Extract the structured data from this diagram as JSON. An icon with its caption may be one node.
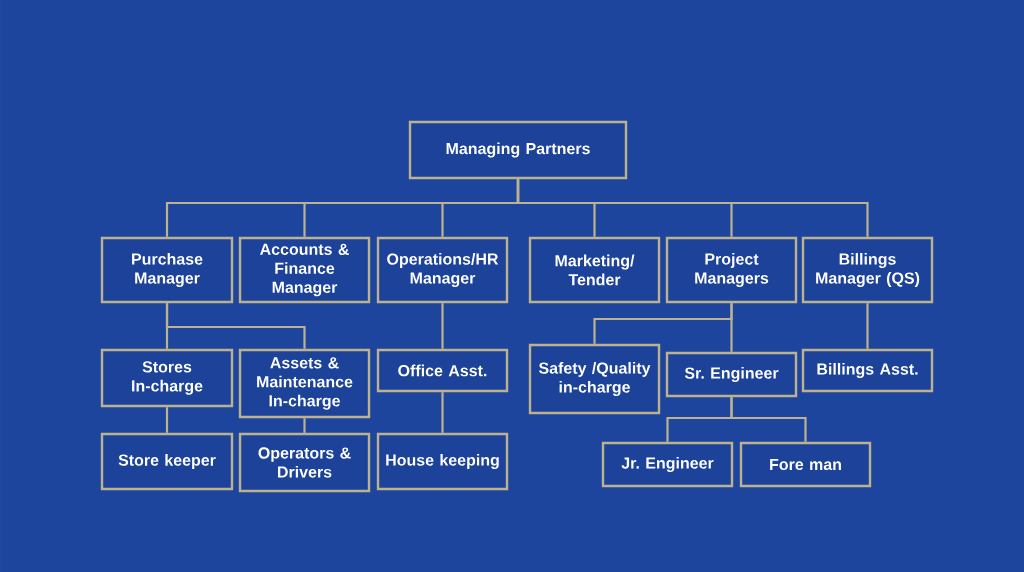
{
  "diagram": {
    "nodes": [
      {
        "text": [
          "Managing Partners"
        ]
      },
      {
        "text": [
          "Purchase Manager"
        ]
      },
      {
        "text": [
          "Accounts & Finance Manager"
        ]
      },
      {
        "text": [
          "Operations/HR Manager"
        ]
      },
      {
        "text": [
          "Marketing/ Tender"
        ]
      },
      {
        "text": [
          "Project Managers"
        ]
      },
      {
        "text": [
          "Billings Manager (QS)"
        ]
      },
      {
        "text": [
          "Stores In-charge"
        ]
      },
      {
        "text": [
          "Assets & Maintenance In-charge"
        ]
      },
      {
        "text": [
          "Office Asst."
        ]
      },
      {
        "text": [
          "Safety /Quality in-charge"
        ]
      },
      {
        "text": [
          "Sr. Engineer"
        ]
      },
      {
        "text": [
          "Billings Asst."
        ]
      },
      {
        "text": [
          "Store keeper"
        ]
      },
      {
        "text": [
          "Operators & Drivers"
        ]
      },
      {
        "text": [
          "House keeping"
        ]
      },
      {
        "text": [
          "Jr. Engineer"
        ]
      },
      {
        "text": [
          "Fore man"
        ]
      }
    ],
    "edges": [
      {
        "from": 0,
        "to": 1,
        "arrow": "none"
      },
      {
        "from": 0,
        "to": 2,
        "arrow": "none"
      },
      {
        "from": 0,
        "to": 3,
        "arrow": "none"
      },
      {
        "from": 0,
        "to": 4,
        "arrow": "none"
      },
      {
        "from": 0,
        "to": 5,
        "arrow": "none"
      },
      {
        "from": 0,
        "to": 6,
        "arrow": "none"
      },
      {
        "from": 1,
        "to": 7,
        "arrow": "none"
      },
      {
        "from": 1,
        "to": 8,
        "arrow": "none"
      },
      {
        "from": 3,
        "to": 9,
        "arrow": "none"
      },
      {
        "from": 5,
        "to": 10,
        "arrow": "none"
      },
      {
        "from": 5,
        "to": 11,
        "arrow": "none"
      },
      {
        "from": 6,
        "to": 12,
        "arrow": "none"
      },
      {
        "from": 7,
        "to": 13,
        "arrow": "none"
      },
      {
        "from": 8,
        "to": 14,
        "arrow": "none"
      },
      {
        "from": 9,
        "to": 15,
        "arrow": "none"
      },
      {
        "from": 11,
        "to": 16,
        "arrow": "none"
      },
      {
        "from": 11,
        "to": 17,
        "arrow": "none"
      }
    ]
  }
}
